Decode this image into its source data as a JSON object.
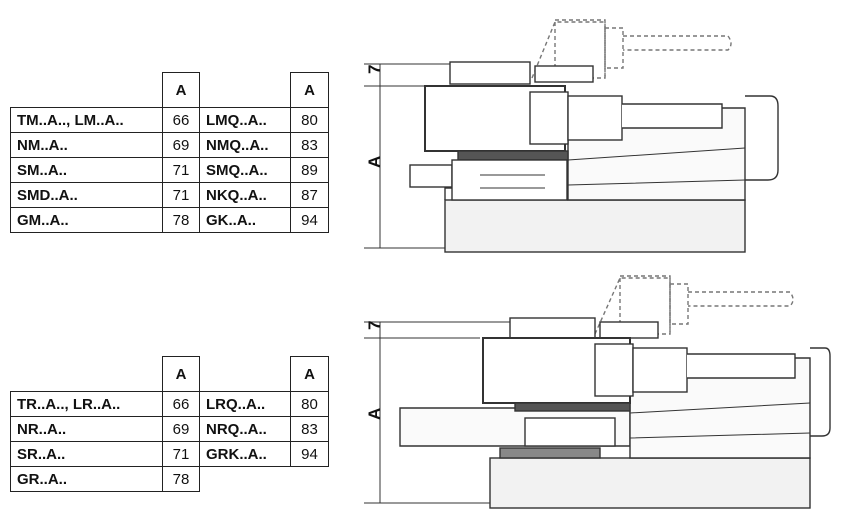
{
  "top_table": {
    "header": [
      "",
      "A",
      "",
      "A"
    ],
    "rows": [
      [
        "TM..A.., LM..A..",
        "66",
        "LMQ..A..",
        "80"
      ],
      [
        "NM..A..",
        "69",
        "NMQ..A..",
        "83"
      ],
      [
        "SM..A..",
        "71",
        "SMQ..A..",
        "89"
      ],
      [
        "SMD..A..",
        "71",
        "NKQ..A..",
        "87"
      ],
      [
        "GM..A..",
        "78",
        "GK..A..",
        "94"
      ]
    ]
  },
  "bottom_table": {
    "header": [
      "",
      "A",
      "",
      "A"
    ],
    "rows": [
      [
        "TR..A.., LR..A..",
        "66",
        "LRQ..A..",
        "80"
      ],
      [
        "NR..A..",
        "69",
        "NRQ..A..",
        "83"
      ],
      [
        "SR..A..",
        "71",
        "GRK..A..",
        "94"
      ],
      [
        "GR..A..",
        "78",
        "",
        ""
      ]
    ]
  },
  "drawings": {
    "top": {
      "dim_small": "7",
      "dim_main": "A"
    },
    "bottom": {
      "dim_small": "7",
      "dim_main": "A"
    }
  }
}
